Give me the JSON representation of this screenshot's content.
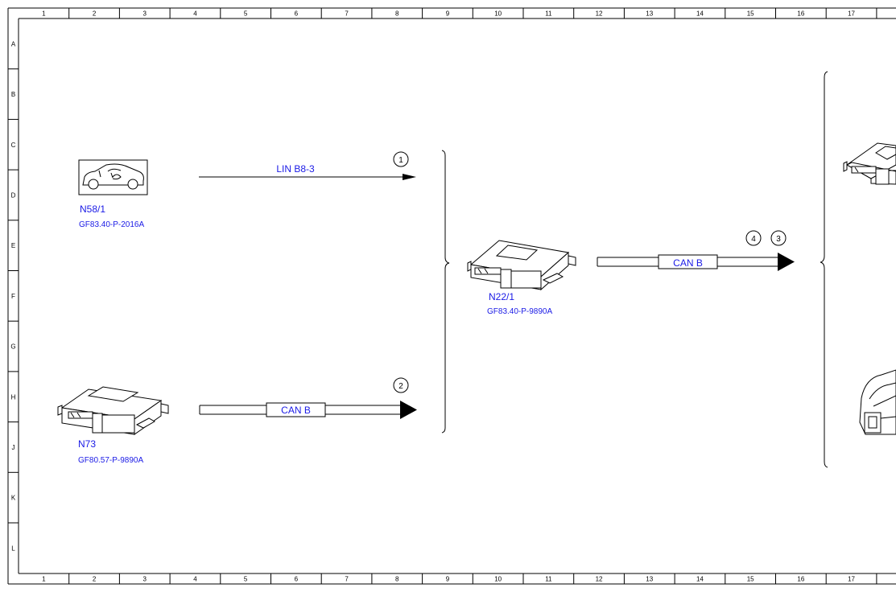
{
  "grid": {
    "columns": [
      "1",
      "2",
      "3",
      "4",
      "5",
      "6",
      "7",
      "8",
      "9",
      "10",
      "11",
      "12",
      "13",
      "14",
      "15",
      "16",
      "17"
    ],
    "rows": [
      "A",
      "B",
      "C",
      "D",
      "E",
      "F",
      "G",
      "H",
      "J",
      "K",
      "L"
    ]
  },
  "components": {
    "n58_1": {
      "label": "N58/1",
      "ref": "GF83.40-P-2016A"
    },
    "n73": {
      "label": "N73",
      "ref": "GF80.57-P-9890A"
    },
    "n22_1": {
      "label": "N22/1",
      "ref": "GF83.40-P-9890A"
    }
  },
  "connections": {
    "lin": {
      "label": "LIN B8-3",
      "marker": "1"
    },
    "can_in": {
      "label": "CAN B",
      "marker": "2"
    },
    "can_out": {
      "label": "CAN B",
      "markers": [
        "4",
        "3"
      ]
    }
  },
  "colors": {
    "text_blue": "#1a1ae6",
    "line": "#000000"
  }
}
